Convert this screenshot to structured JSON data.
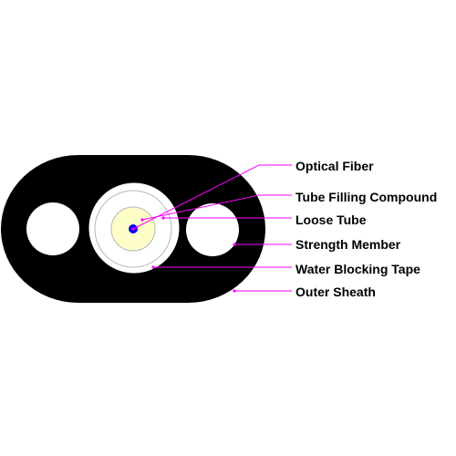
{
  "colors": {
    "sheath": "#000000",
    "background": "#ffffff",
    "tape": "#ffffff",
    "tube_outline": "#b5b5b5",
    "filling_compound": "#fdfdc8",
    "fiber": "#0000ff",
    "leader": "#ff00ff",
    "label": "#000000"
  },
  "labels": {
    "optical_fiber": "Optical Fiber",
    "tube_filling_compound": "Tube Filling Compound",
    "loose_tube": "Loose Tube",
    "strength_member": "Strength Member",
    "water_blocking_tape": "Water Blocking Tape",
    "outer_sheath": "Outer Sheath"
  }
}
